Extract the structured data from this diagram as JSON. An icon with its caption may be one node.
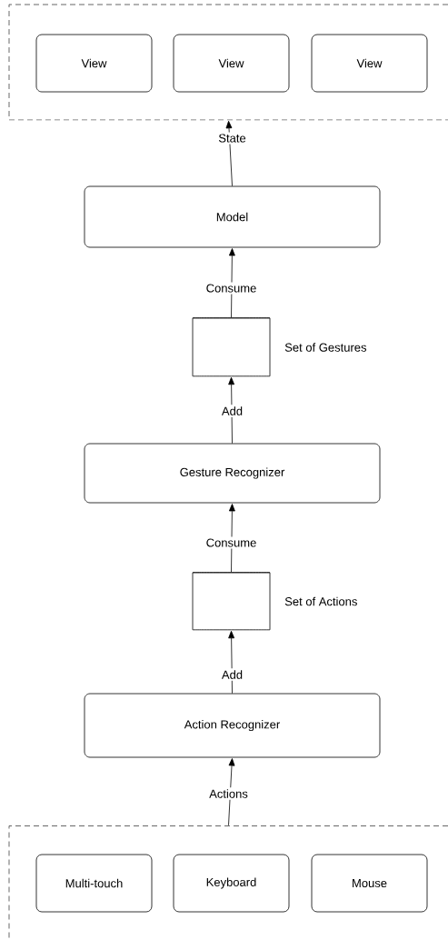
{
  "diagram": {
    "nodes": [
      {
        "text": [],
        "shape": "box"
      },
      {
        "text": [
          "View"
        ],
        "in": 0
      },
      {
        "text": [
          "View"
        ],
        "in": 0
      },
      {
        "text": [
          "View"
        ],
        "in": 0
      },
      {
        "text": [
          "Model"
        ]
      },
      {
        "text": [],
        "shape": "cylinder",
        "beside": [
          "Set of Gestures"
        ]
      },
      {
        "text": [
          "Gesture Recognizer"
        ]
      },
      {
        "text": [],
        "shape": "cylinder",
        "beside": [
          "Set of Actions"
        ]
      },
      {
        "text": [
          "Action Recognizer"
        ]
      },
      {
        "text": [],
        "shape": "box"
      },
      {
        "text": [
          "Multi-touch"
        ],
        "in": 9
      },
      {
        "text": [
          "Keyboard"
        ],
        "in": 9
      },
      {
        "text": [
          "Mouse"
        ],
        "in": 9
      }
    ],
    "edges": [
      {
        "from": 4,
        "to": 0,
        "arrow": "to",
        "label": "State"
      },
      {
        "from": 5,
        "to": 4,
        "arrow": "to",
        "label": "Consume"
      },
      {
        "from": 6,
        "to": 5,
        "arrow": "to",
        "label": "Add"
      },
      {
        "from": 7,
        "to": 6,
        "arrow": "to",
        "label": "Consume"
      },
      {
        "from": 8,
        "to": 7,
        "arrow": "to",
        "label": "Add"
      },
      {
        "from": 9,
        "to": 8,
        "arrow": "to",
        "label": "Actions"
      }
    ]
  }
}
